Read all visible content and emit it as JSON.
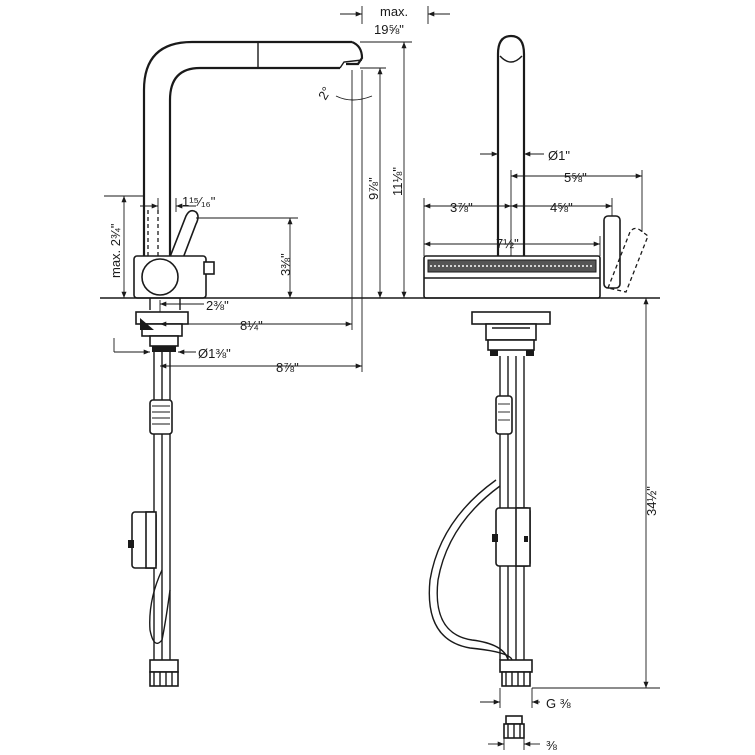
{
  "colors": {
    "ink": "#1a1a1a",
    "background": "#ffffff"
  },
  "side_view": {
    "dim_max_reach_label": "max.",
    "dim_max_reach_value": "19⅝\"",
    "dim_swivel_angle": "2°",
    "dim_spout_height": "9⅞\"",
    "dim_total_height": "11⅛\"",
    "dim_pullout": "max. 2¾\"",
    "dim_lever_offset": "1¹⁵⁄₁₆\"",
    "dim_lever_height": "3⅜\"",
    "dim_base_offset": "2⅜\"",
    "dim_spout_reach": "8¼\"",
    "dim_shank_diameter": "Ø1⅜\"",
    "dim_overall_reach": "8⅞\""
  },
  "front_view": {
    "dim_spout_diameter": "Ø1\"",
    "dim_lever_reach": "5⅝\"",
    "dim_left_offset": "3⅞\"",
    "dim_right_offset": "4⅝\"",
    "dim_spray_width": "7½\"",
    "dim_hose_length": "34½\"",
    "dim_connection_thread": "G ⅜",
    "dim_adapter_thread": "⅜"
  }
}
